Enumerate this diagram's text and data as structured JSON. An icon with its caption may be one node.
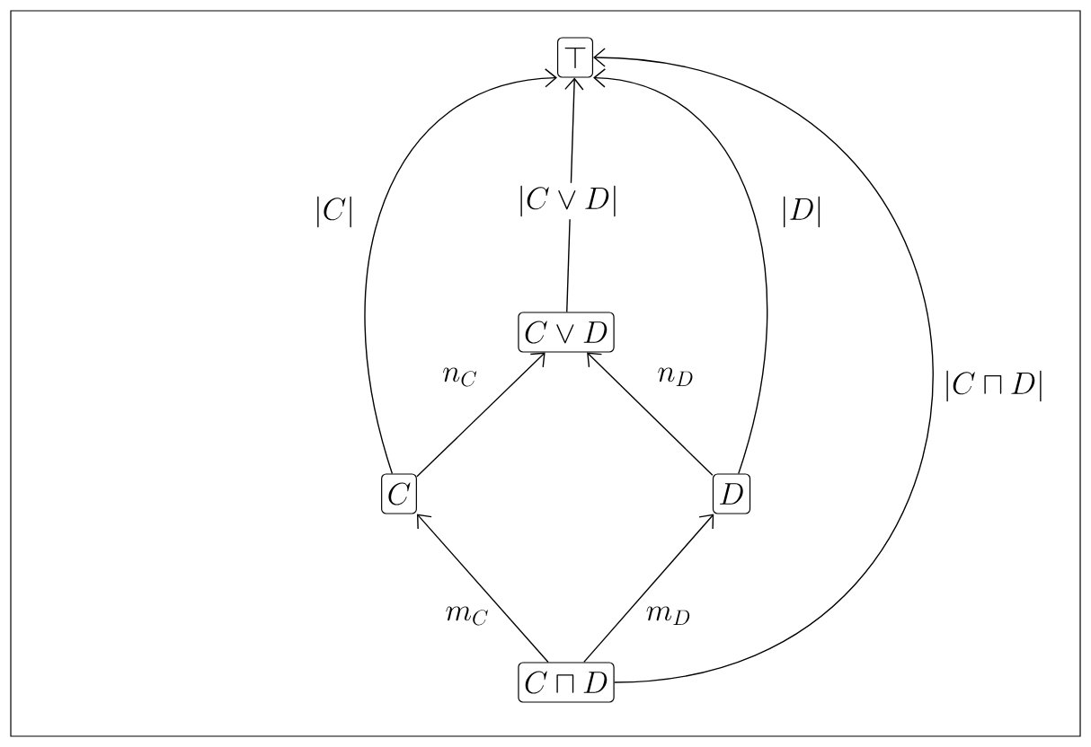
{
  "diagram": {
    "nodes": [
      {
        "text": [
          "\\top"
        ]
      },
      {
        "text": [
          "C \\vee D"
        ]
      },
      {
        "text": [
          "C"
        ]
      },
      {
        "text": [
          "D"
        ]
      },
      {
        "text": [
          "C \\sqcap D"
        ]
      }
    ],
    "edges": [
      {
        "from": 4,
        "to": 2,
        "arrow": "to",
        "label": "m_C"
      },
      {
        "from": 4,
        "to": 3,
        "arrow": "to",
        "label": "m_D"
      },
      {
        "from": 2,
        "to": 1,
        "arrow": "to",
        "label": "n_C"
      },
      {
        "from": 3,
        "to": 1,
        "arrow": "to",
        "label": "n_D"
      },
      {
        "from": 1,
        "to": 0,
        "arrow": "to",
        "label": "|C \\vee D|"
      },
      {
        "from": 2,
        "to": 0,
        "arrow": "to",
        "label": "|C|"
      },
      {
        "from": 3,
        "to": 0,
        "arrow": "to",
        "label": "|D|"
      },
      {
        "from": 4,
        "to": 0,
        "arrow": "to",
        "label": "|C \\sqcap D|"
      }
    ]
  }
}
